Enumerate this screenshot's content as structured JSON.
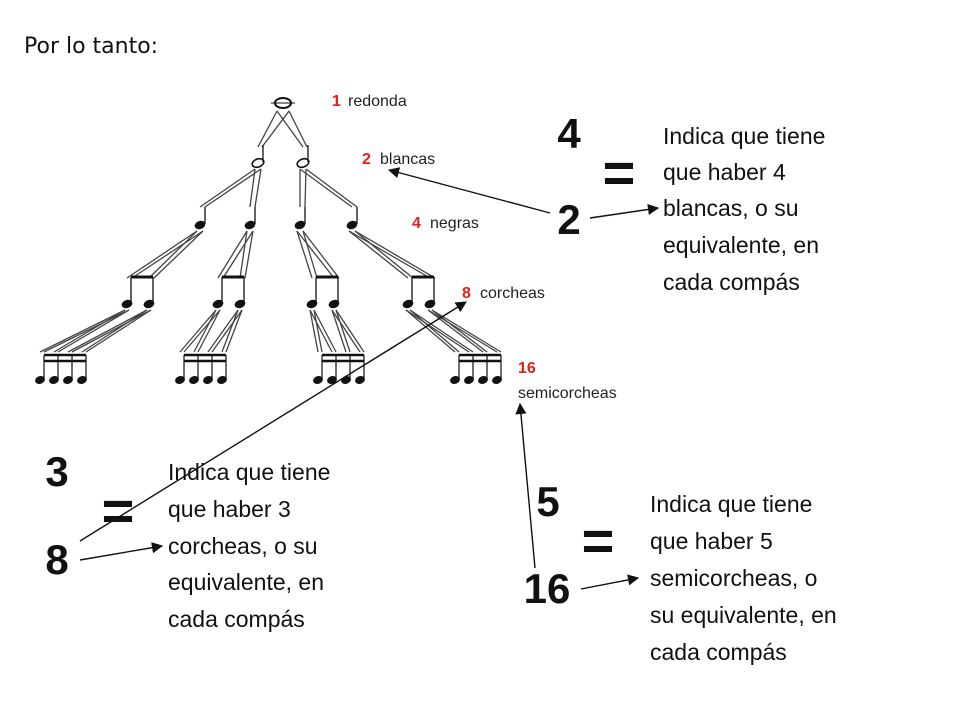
{
  "heading": "Por lo tanto:",
  "tree_labels": [
    {
      "num": "1",
      "name": "redonda"
    },
    {
      "num": "2",
      "name": "blancas"
    },
    {
      "num": "4",
      "name": "negras"
    },
    {
      "num": "8",
      "name": "corcheas"
    },
    {
      "num": "16",
      "name": "semicorcheas"
    }
  ],
  "examples": [
    {
      "numerator": "4",
      "denominator": "2",
      "equals": "=",
      "desc": [
        "Indica que tiene",
        "que haber 4",
        "blancas, o su",
        "equivalente, en",
        "cada compás"
      ]
    },
    {
      "numerator": "3",
      "denominator": "8",
      "equals": "=",
      "desc": [
        "Indica que tiene",
        "que haber 3",
        "corcheas, o su",
        "equivalente, en",
        "cada compás"
      ]
    },
    {
      "numerator": "5",
      "denominator": "16",
      "equals": "=",
      "desc": [
        "Indica que tiene",
        "que haber 5",
        "semicorcheas, o",
        "su equivalente, en",
        "cada compás"
      ]
    }
  ]
}
